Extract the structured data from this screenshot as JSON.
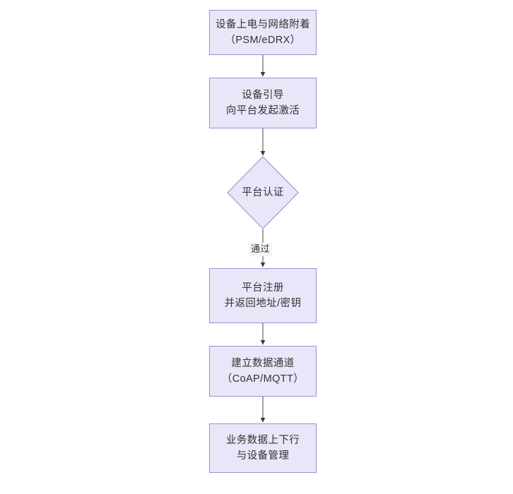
{
  "diagram": {
    "type": "flowchart",
    "orientation": "top-to-bottom",
    "theme": {
      "node_fill": "#e8e6f8",
      "node_border": "#a78bd0",
      "node_text": "#333333",
      "edge_color": "#555555",
      "edge_label_bg": "#f4f4f4",
      "background": "#ffffff"
    },
    "nodes": [
      {
        "id": "power-on",
        "shape": "rectangle",
        "lines": [
          "设备上电与网络附着",
          "（PSM/eDRX）"
        ]
      },
      {
        "id": "bootstrap",
        "shape": "rectangle",
        "lines": [
          "设备引导",
          "向平台发起激活"
        ]
      },
      {
        "id": "platform-auth",
        "shape": "diamond",
        "lines": [
          "平台认证"
        ]
      },
      {
        "id": "platform-register",
        "shape": "rectangle",
        "lines": [
          "平台注册",
          "并返回地址/密钥"
        ]
      },
      {
        "id": "data-channel",
        "shape": "rectangle",
        "lines": [
          "建立数据通道",
          "（CoAP/MQTT）"
        ]
      },
      {
        "id": "service-data",
        "shape": "rectangle",
        "lines": [
          "业务数据上下行",
          "与设备管理"
        ]
      }
    ],
    "edges": [
      {
        "id": "e1",
        "from": "power-on",
        "to": "bootstrap",
        "label": ""
      },
      {
        "id": "e2",
        "from": "bootstrap",
        "to": "platform-auth",
        "label": ""
      },
      {
        "id": "e3",
        "from": "platform-auth",
        "to": "platform-register",
        "label": "通过"
      },
      {
        "id": "e4",
        "from": "platform-register",
        "to": "data-channel",
        "label": ""
      },
      {
        "id": "e5",
        "from": "data-channel",
        "to": "service-data",
        "label": ""
      }
    ]
  }
}
